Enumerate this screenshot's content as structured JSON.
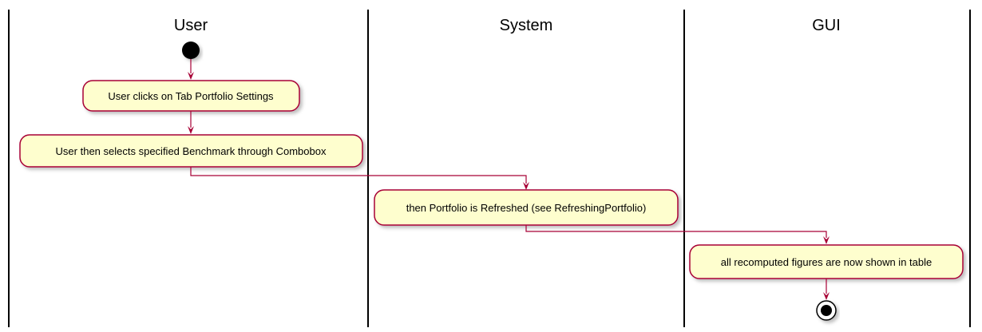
{
  "lanes": {
    "user": "User",
    "system": "System",
    "gui": "GUI"
  },
  "activities": {
    "click_tab": "User clicks on Tab Portfolio Settings",
    "select_benchmark": "User then selects specified Benchmark through Combobox",
    "refresh_portfolio": "then Portfolio is Refreshed (see RefreshingPortfolio)",
    "show_figures": "all recomputed figures are now shown in table"
  },
  "colors": {
    "node_fill": "#FEFECE",
    "node_border": "#A80036",
    "arrow": "#A80036",
    "lane_border": "#000000"
  }
}
